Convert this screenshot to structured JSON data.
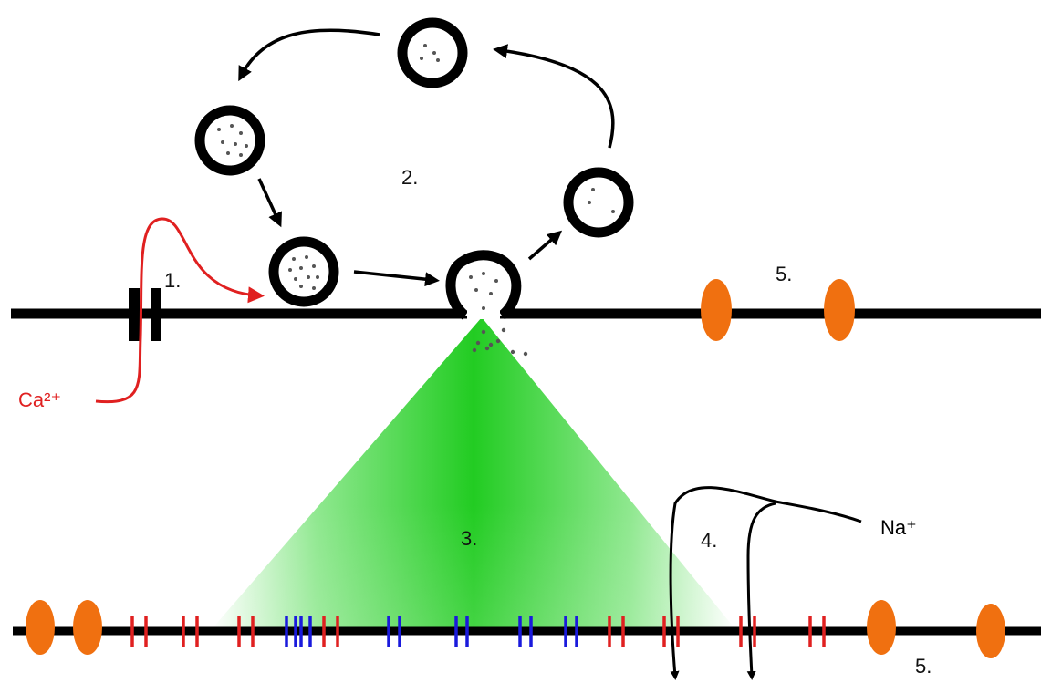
{
  "labels": {
    "step1": "1.",
    "step2": "2.",
    "step3": "3.",
    "step4": "4.",
    "step5_top": "5.",
    "step5_bottom": "5.",
    "calcium": "Ca²⁺",
    "sodium": "Na⁺"
  },
  "colors": {
    "membrane": "#000000",
    "calcium_path": "#e02020",
    "sodium_path": "#000000",
    "transmitter_cloud": "#22cc22",
    "pump_ellipse": "#f07010",
    "closed_channel": "#e02020",
    "open_channel": "#1a1adc",
    "vesicle": "#000000",
    "background": "#ffffff"
  },
  "diagram": {
    "components": [
      "presynaptic-membrane",
      "postsynaptic-membrane",
      "calcium-channel",
      "synaptic-vesicle-cycle",
      "neurotransmitter-diffusion-cone",
      "ligand-gated-channels",
      "sodium-influx",
      "transporter-pumps"
    ]
  }
}
